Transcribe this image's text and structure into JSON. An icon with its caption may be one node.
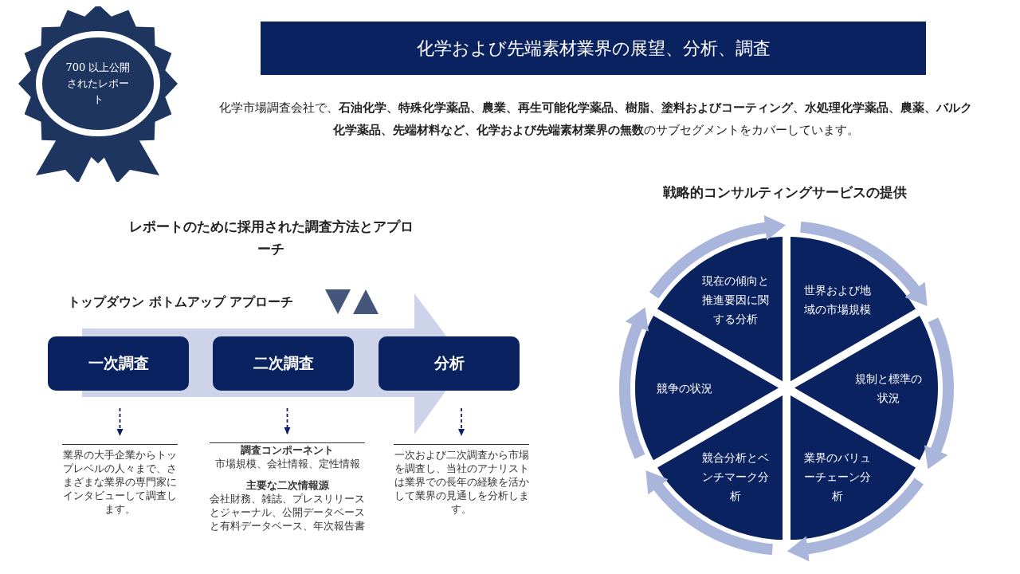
{
  "diagram": {
    "title": "化学および先端素材業界の展望、分析、調査",
    "nodes": [
      {
        "text": [
          "700 以上公開されたレポート"
        ]
      },
      {
        "text": [
          "一次調査"
        ]
      },
      {
        "text": [
          "二次調査"
        ]
      },
      {
        "text": [
          "分析"
        ]
      },
      {
        "text": [
          "業界の大手企業からトップレベルの人々まで、さまざまな業界の専門家にインタビューして調査します。"
        ]
      },
      {
        "text": [
          "調査コンポーネント",
          "市場規模、会社情報、定性情報",
          "主要な二次情報源",
          "会社財務、雑誌、プレスリリースとジャーナル、公開データベースと有料データベース、年次報告書"
        ]
      },
      {
        "text": [
          "一次および二次調査から市場を調査し、当社のアナリストは業界での長年の経験を活かして業界の見通しを分析します。"
        ]
      },
      {
        "text": [
          "現在の傾向と推進要因に関する分析"
        ]
      },
      {
        "text": [
          "世界および地域の市場規模"
        ]
      },
      {
        "text": [
          "規制と標準の状況"
        ]
      },
      {
        "text": [
          "業界のバリューチェーン分析"
        ]
      },
      {
        "text": [
          "競合分析とベンチマーク分析"
        ]
      },
      {
        "text": [
          "競争の状況"
        ]
      }
    ],
    "edges": [
      {
        "from": 1,
        "to": 4,
        "arrow": "to",
        "style": "dashed",
        "color": "#0b2260"
      },
      {
        "from": 2,
        "to": 5,
        "arrow": "to",
        "style": "dashed",
        "color": "#0b2260"
      },
      {
        "from": 3,
        "to": 6,
        "arrow": "to",
        "style": "dashed",
        "color": "#0b2260"
      },
      {
        "from": 7,
        "to": 8,
        "arrow": "to"
      },
      {
        "from": 8,
        "to": 9,
        "arrow": "to"
      },
      {
        "from": 9,
        "to": 10,
        "arrow": "to"
      },
      {
        "from": 10,
        "to": 11,
        "arrow": "to"
      },
      {
        "from": 11,
        "to": 12,
        "arrow": "to"
      },
      {
        "from": 12,
        "to": 7,
        "arrow": "to"
      }
    ],
    "labels": [
      "化学市場調査会社で、**石油化学、特殊化学薬品、農業、再生可能化学薬品、樹脂、塗料およびコーティング、水処理化学薬品、農薬、バルク化学薬品、先端材料など、化学および先端素材業界の無数**のサブセグメントをカバーしています。",
      "レポートのために採用された調査方法とアプローチ",
      "トップダウン ボトムアップ アプローチ",
      "戦略的コンサルティングサービスの提供"
    ]
  }
}
